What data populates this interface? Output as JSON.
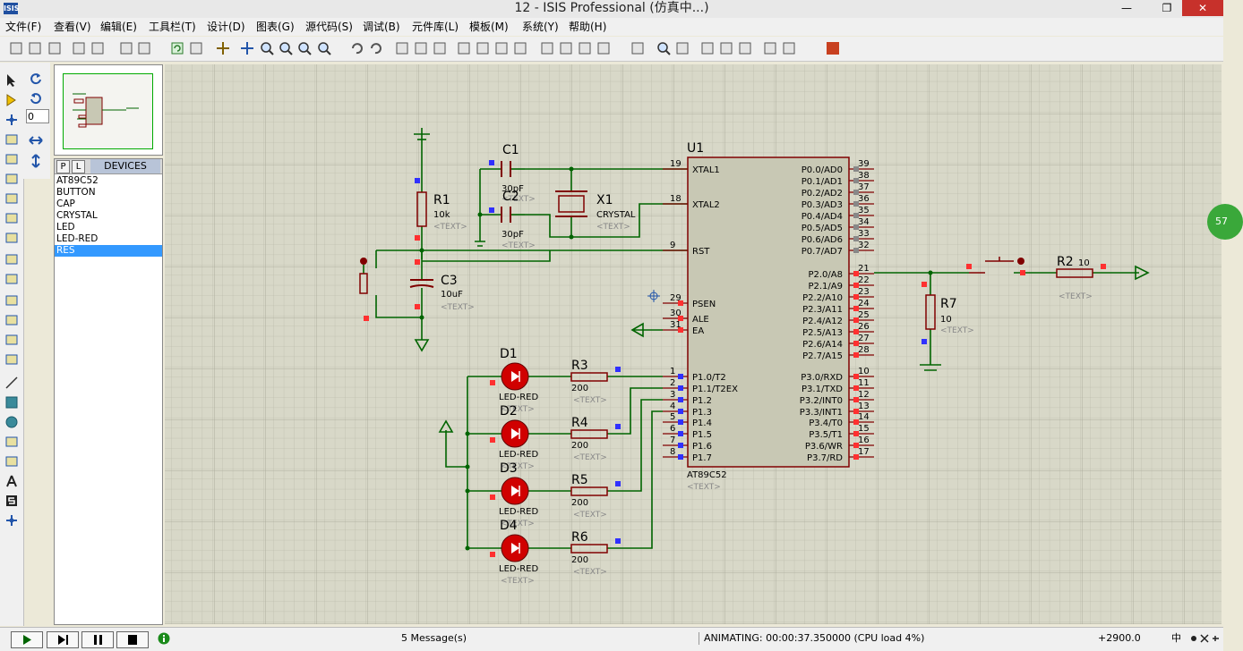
{
  "window": {
    "title": "12 - ISIS Professional (仿真中...)",
    "app_badge": "ISIS"
  },
  "menu": [
    "文件(F)",
    "查看(V)",
    "编辑(E)",
    "工具栏(T)",
    "设计(D)",
    "图表(G)",
    "源代码(S)",
    "调试(B)",
    "元件库(L)",
    "模板(M)",
    "系统(Y)",
    "帮助(H)"
  ],
  "rotation": {
    "angle": "0"
  },
  "devices": {
    "tab_p": "P",
    "tab_l": "L",
    "title": "DEVICES",
    "items": [
      "AT89C52",
      "BUTTON",
      "CAP",
      "CRYSTAL",
      "LED",
      "LED-RED",
      "RES"
    ],
    "selected": 6
  },
  "schematic": {
    "mcu": {
      "ref": "U1",
      "part": "AT89C52",
      "text": "<TEXT>",
      "left_pins": [
        {
          "n": "19",
          "l": "XTAL1"
        },
        {
          "n": "18",
          "l": "XTAL2"
        },
        {
          "n": "9",
          "l": "RST"
        },
        {
          "n": "29",
          "l": "PSEN"
        },
        {
          "n": "30",
          "l": "ALE"
        },
        {
          "n": "31",
          "l": "EA"
        },
        {
          "n": "1",
          "l": "P1.0/T2"
        },
        {
          "n": "2",
          "l": "P1.1/T2EX"
        },
        {
          "n": "3",
          "l": "P1.2"
        },
        {
          "n": "4",
          "l": "P1.3"
        },
        {
          "n": "5",
          "l": "P1.4"
        },
        {
          "n": "6",
          "l": "P1.5"
        },
        {
          "n": "7",
          "l": "P1.6"
        },
        {
          "n": "8",
          "l": "P1.7"
        }
      ],
      "right_pins": [
        {
          "n": "39",
          "l": "P0.0/AD0"
        },
        {
          "n": "38",
          "l": "P0.1/AD1"
        },
        {
          "n": "37",
          "l": "P0.2/AD2"
        },
        {
          "n": "36",
          "l": "P0.3/AD3"
        },
        {
          "n": "35",
          "l": "P0.4/AD4"
        },
        {
          "n": "34",
          "l": "P0.5/AD5"
        },
        {
          "n": "33",
          "l": "P0.6/AD6"
        },
        {
          "n": "32",
          "l": "P0.7/AD7"
        },
        {
          "n": "21",
          "l": "P2.0/A8"
        },
        {
          "n": "22",
          "l": "P2.1/A9"
        },
        {
          "n": "23",
          "l": "P2.2/A10"
        },
        {
          "n": "24",
          "l": "P2.3/A11"
        },
        {
          "n": "25",
          "l": "P2.4/A12"
        },
        {
          "n": "26",
          "l": "P2.5/A13"
        },
        {
          "n": "27",
          "l": "P2.6/A14"
        },
        {
          "n": "28",
          "l": "P2.7/A15"
        },
        {
          "n": "10",
          "l": "P3.0/RXD"
        },
        {
          "n": "11",
          "l": "P3.1/TXD"
        },
        {
          "n": "12",
          "l": "P3.2/INT0"
        },
        {
          "n": "13",
          "l": "P3.3/INT1"
        },
        {
          "n": "14",
          "l": "P3.4/T0"
        },
        {
          "n": "15",
          "l": "P3.5/T1"
        },
        {
          "n": "16",
          "l": "P3.6/WR"
        },
        {
          "n": "17",
          "l": "P3.7/RD"
        }
      ]
    },
    "caps": [
      {
        "ref": "C1",
        "val": "30pF"
      },
      {
        "ref": "C2",
        "val": "30pF"
      },
      {
        "ref": "C3",
        "val": "10uF"
      }
    ],
    "crystal": {
      "ref": "X1",
      "val": "CRYSTAL"
    },
    "resistors": [
      {
        "ref": "R1",
        "val": "10k"
      },
      {
        "ref": "R2",
        "val": "10"
      },
      {
        "ref": "R3",
        "val": "200"
      },
      {
        "ref": "R4",
        "val": "200"
      },
      {
        "ref": "R5",
        "val": "200"
      },
      {
        "ref": "R6",
        "val": "200"
      },
      {
        "ref": "R7",
        "val": "10"
      }
    ],
    "leds": [
      {
        "ref": "D1",
        "val": "LED-RED"
      },
      {
        "ref": "D2",
        "val": "LED-RED"
      },
      {
        "ref": "D3",
        "val": "LED-RED"
      },
      {
        "ref": "D4",
        "val": "LED-RED"
      }
    ],
    "text_placeholder": "<TEXT>"
  },
  "status": {
    "messages": "5 Message(s)",
    "animating": "ANIMATING: 00:00:37.350000 (CPU load 4%)",
    "coord": "+2900.0",
    "ime": "中"
  },
  "side_badge": "57",
  "colors": {
    "wire": "#006400",
    "component": "#800000",
    "body_fill": "#c8c8b4",
    "grid_bg": "#d8d8c8",
    "led": "#d00000"
  }
}
